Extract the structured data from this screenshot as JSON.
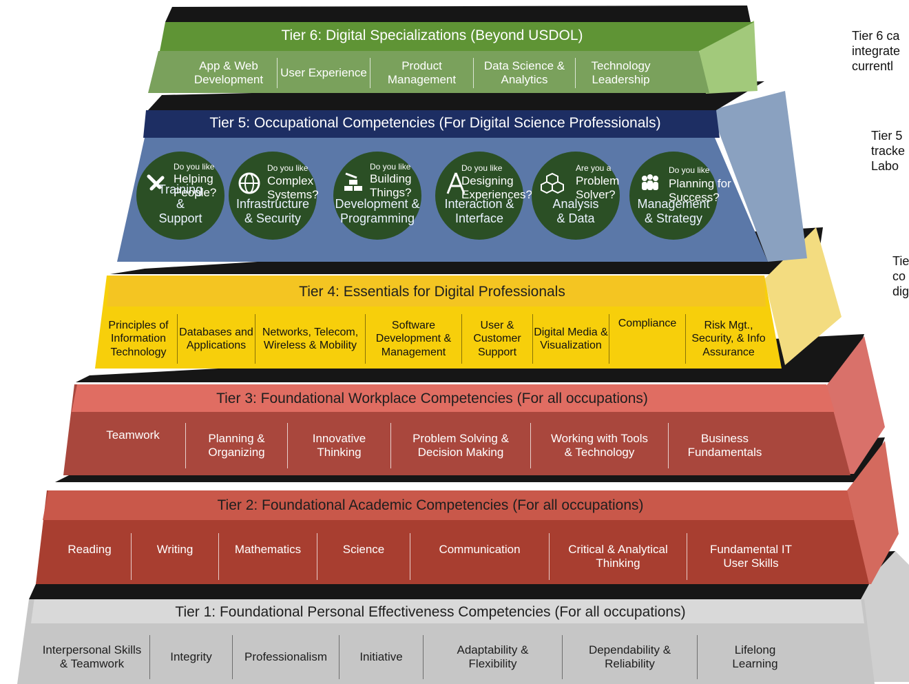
{
  "notes": {
    "tier6": [
      "Tier 6 ca",
      "integrate",
      "currentl"
    ],
    "tier5": [
      "Tier 5",
      "tracke",
      "Labo"
    ],
    "tier4": [
      "Tie",
      "co",
      "dig"
    ]
  },
  "tier6": {
    "title": "Tier 6: Digital Specializations (Beyond USDOL)",
    "items": [
      "App & Web Development",
      "User Experience",
      "Product Management",
      "Data Science & Analytics",
      "Technology Leadership"
    ]
  },
  "tier5": {
    "title": "Tier 5: Occupational Competencies (For Digital Science Professionals)",
    "circles": [
      {
        "icon": "tools-icon",
        "small": "Do you like",
        "big": "Helping People?",
        "label": "Training & Support"
      },
      {
        "icon": "globe-icon",
        "small": "Do you like",
        "big": "Complex Systems?",
        "label": "Infrastructure & Security"
      },
      {
        "icon": "bricks-icon",
        "small": "Do you like",
        "big": "Building Things?",
        "label": "Development & Programming"
      },
      {
        "icon": "compass-icon",
        "small": "Do you like",
        "big": "Designing Experiences?",
        "label": "Interaction & Interface"
      },
      {
        "icon": "cubes-icon",
        "small": "Are you a",
        "big": "Problem Solver?",
        "label": "Analysis & Data"
      },
      {
        "icon": "people-icon",
        "small": "Do you like",
        "big": "Planning for Success?",
        "label": "Management & Strategy"
      }
    ]
  },
  "tier4": {
    "title": "Tier 4: Essentials for Digital Professionals",
    "items": [
      "Principles of Information Technology",
      "Databases and Applications",
      "Networks, Telecom, Wireless & Mobility",
      "Software Development & Management",
      "User & Customer Support",
      "Digital Media & Visualization",
      "Compliance",
      "Risk Mgt., Security, & Info Assurance"
    ]
  },
  "tier3": {
    "title": "Tier 3: Foundational Workplace Competencies (For all occupations)",
    "items": [
      "Teamwork",
      "Planning & Organizing",
      "Innovative Thinking",
      "Problem Solving & Decision Making",
      "Working with Tools & Technology",
      "Business Fundamentals"
    ]
  },
  "tier2": {
    "title": "Tier 2: Foundational Academic Competencies (For all occupations)",
    "items": [
      "Reading",
      "Writing",
      "Mathematics",
      "Science",
      "Communication",
      "Critical & Analytical Thinking",
      "Fundamental IT User Skills"
    ]
  },
  "tier1": {
    "title": "Tier 1: Foundational Personal Effectiveness Competencies (For all occupations)",
    "items": [
      "Interpersonal Skills & Teamwork",
      "Integrity",
      "Professionalism",
      "Initiative",
      "Adaptability & Flexibility",
      "Dependability & Reliability",
      "Lifelong Learning"
    ]
  }
}
